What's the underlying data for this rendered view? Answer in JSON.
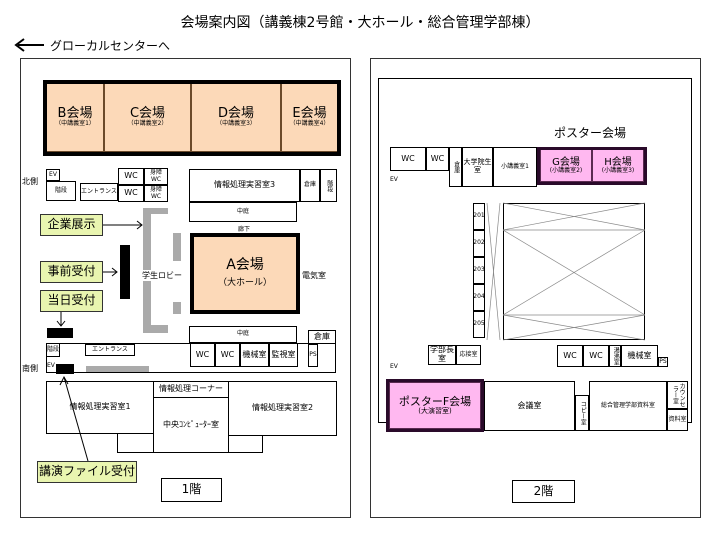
{
  "title": "会場案内図（講義棟2号館・大ホール・総合管理学部棟）",
  "nav": {
    "label": "グローカルセンターへ"
  },
  "floor1": {
    "label": "1階",
    "venues": [
      {
        "name": "B会場",
        "sub": "（中講義室1）"
      },
      {
        "name": "C会場",
        "sub": "（中講義室2）"
      },
      {
        "name": "D会場",
        "sub": "（中講義室3）"
      },
      {
        "name": "E会場",
        "sub": "（中講義室4）"
      }
    ],
    "hall": {
      "name": "A会場",
      "sub": "（大ホール）"
    },
    "north": "北側",
    "south": "南側",
    "ev": "EV",
    "wc": "WC",
    "wc_access": "身障WC",
    "stairs": "階段",
    "entrance": "エントランス",
    "lab3": "情報処理実習室3",
    "courtyard": "中庭",
    "corridor": "廊下",
    "storage": "倉庫",
    "lobby": "学生ロビー",
    "electric": "電気室",
    "machine": "機械室",
    "monitor": "監視室",
    "ps": "PS",
    "lab1": "情報処理実習室1",
    "corner": "情報処理コーナー",
    "central": "中央ｺﾝﾋﾟｭｰﾀｰ室",
    "lab2": "情報処理実習室2",
    "labels": {
      "exhibit": "企業展示",
      "pre_reg": "事前受付",
      "onsite_reg": "当日受付",
      "file": "講演ファイル受付"
    }
  },
  "floor2": {
    "label": "2階",
    "poster_title": "ポスター会場",
    "venues": [
      {
        "name": "G会場",
        "sub": "(小講義室2)"
      },
      {
        "name": "H会場",
        "sub": "(小講義室3)"
      }
    ],
    "poster_f": {
      "name": "ポスターF会場",
      "sub": "(大演習室)"
    },
    "wc": "WC",
    "ev": "EV",
    "storage": "倉庫",
    "grad": "大学院生室",
    "small1": "小講義室1",
    "dean": "学部長室",
    "reception": "応接室",
    "machine": "機械室",
    "meeting": "会議室",
    "copy": "コピー室",
    "library": "総合管理学部資料室",
    "counsel": "カウンセラー室",
    "docs": "資料室",
    "ps": "PS",
    "janitor": "湯沸室",
    "rooms": [
      "201",
      "202",
      "203",
      "204",
      "205"
    ]
  }
}
